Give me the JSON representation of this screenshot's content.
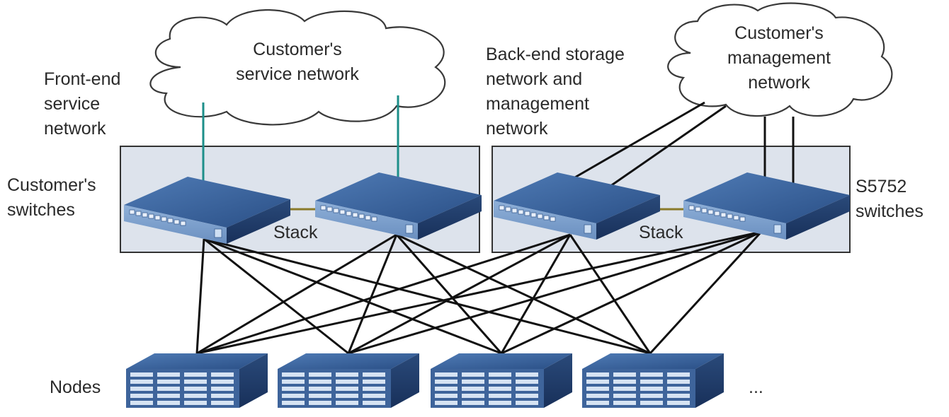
{
  "labels": {
    "front_end": [
      "Front-end",
      "service",
      "network"
    ],
    "back_end": [
      "Back-end storage",
      "network and",
      "management",
      "network"
    ],
    "customer_switches": [
      "Customer's",
      "switches"
    ],
    "s5752_switches": [
      "S5752",
      "switches"
    ],
    "nodes": "Nodes",
    "ellipsis": "...",
    "stack_left": "Stack",
    "stack_right": "Stack"
  },
  "clouds": {
    "service": [
      "Customer's",
      "service network"
    ],
    "management": [
      "Customer's",
      "management",
      "network"
    ]
  },
  "colors": {
    "teal_link": "#1d8f8a",
    "black_link": "#111111",
    "stack_link": "#8a7a2a",
    "group_fill": "#dde3ec",
    "device_blue": "#2c4f82",
    "device_dark": "#1d3760"
  }
}
